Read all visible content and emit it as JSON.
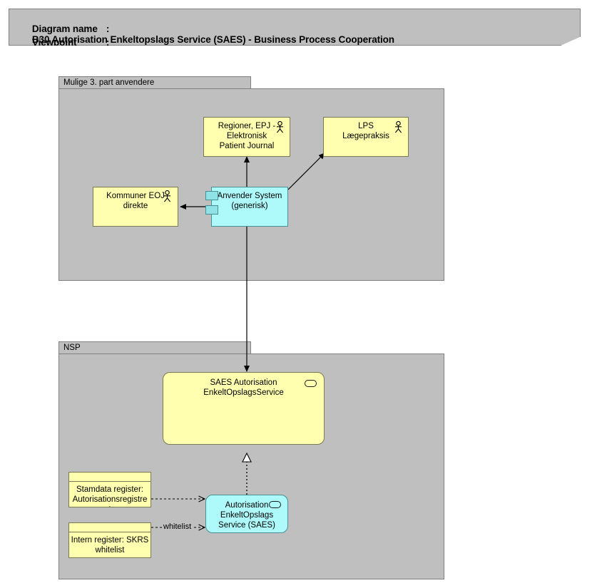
{
  "header": {
    "diagram_name_key": "Diagram name",
    "diagram_name_sep": ":",
    "diagram_name_value": "B30 Autorisation Enkeltopslags Service (SAES) - Business Process Cooperation",
    "viewpoint_key": "Viewpoint",
    "viewpoint_sep": ":",
    "viewpoint_value": "Business Process Cooperation"
  },
  "colors": {
    "group_fill": "#bfbfbf",
    "group_border": "#808080",
    "yellow_fill": "#ffffaf",
    "yellow_border": "#7a7a54",
    "cyan_fill": "#aefafa",
    "cyan_border": "#4a8f94",
    "line": "#000000",
    "page_bg": "#ffffff"
  },
  "groups": [
    {
      "id": "mulige",
      "label": "Mulige 3. part anvendere"
    },
    {
      "id": "nsp",
      "label": "NSP"
    }
  ],
  "nodes": [
    {
      "id": "regioner-epj",
      "label": "Regioner, EPJ -\nElektronisk\nPatient Journal",
      "type": "business-actor",
      "icon": "actor-icon",
      "fill": "#ffffaf"
    },
    {
      "id": "lps-laegepraksis",
      "label": "LPS\nLægepraksis",
      "type": "business-actor",
      "icon": "actor-icon",
      "fill": "#ffffaf"
    },
    {
      "id": "kommuner-eoj",
      "label": "Kommuner EOJ\ndirekte",
      "type": "business-actor",
      "icon": "actor-icon",
      "fill": "#ffffaf"
    },
    {
      "id": "anvender-system",
      "label": "Anvender System\n(generisk)",
      "type": "application-component",
      "icon": "component-icon",
      "fill": "#aefafa"
    },
    {
      "id": "saes-autorisation-service",
      "label": "SAES Autorisation\nEnkeltOpslagsService",
      "type": "application-service",
      "icon": "service-oval-icon",
      "fill": "#ffffaf"
    },
    {
      "id": "autorisation-enkeltopslags-service",
      "label": "Autorisation\nEnkeltOpslags\nService (SAES)",
      "type": "application-service",
      "icon": "service-oval-icon",
      "fill": "#aefafa"
    },
    {
      "id": "stamdata-register",
      "label": "Stamdata register:\nAutorisationsregistre\nt",
      "type": "data-object",
      "icon": "none",
      "fill": "#ffffaf"
    },
    {
      "id": "intern-register",
      "label": "Intern register: SKRS\nwhitelist",
      "type": "data-object",
      "icon": "none",
      "fill": "#ffffaf"
    }
  ],
  "edges": [
    {
      "id": "e1",
      "from": "anvender-system",
      "to": "regioner-epj",
      "style": "solid-arrow",
      "label": ""
    },
    {
      "id": "e2",
      "from": "anvender-system",
      "to": "lps-laegepraksis",
      "style": "solid-arrow",
      "label": ""
    },
    {
      "id": "e3",
      "from": "anvender-system",
      "to": "kommuner-eoj",
      "style": "solid-arrow",
      "label": ""
    },
    {
      "id": "e4",
      "from": "anvender-system",
      "to": "saes-autorisation-service",
      "style": "solid-arrow",
      "label": ""
    },
    {
      "id": "e5",
      "from": "autorisation-enkeltopslags-service",
      "to": "saes-autorisation-service",
      "style": "dotted-hollow-triangle",
      "label": ""
    },
    {
      "id": "e6",
      "from": "stamdata-register",
      "to": "autorisation-enkeltopslags-service",
      "style": "dashed-open-arrow",
      "label": ""
    },
    {
      "id": "e7",
      "from": "intern-register",
      "to": "autorisation-enkeltopslags-service",
      "style": "dashed-open-arrow",
      "label": "whitelist"
    }
  ]
}
